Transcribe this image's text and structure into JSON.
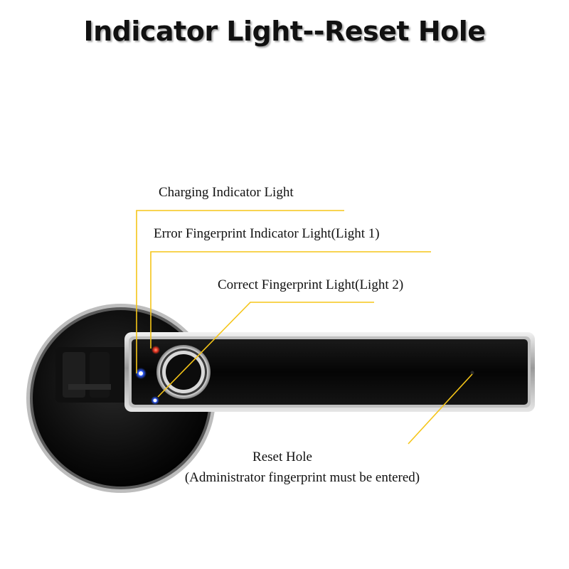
{
  "title": "Indicator Light--Reset Hole",
  "callouts": {
    "charging": "Charging Indicator Light",
    "error": "Error Fingerprint Indicator Light(Light 1)",
    "correct": "Correct Fingerprint Light(Light 2)",
    "reset": "Reset Hole",
    "reset_note": "(Administrator fingerprint must be entered)"
  },
  "colors": {
    "callout_line": "#f5c518",
    "error_light": "#e0301e",
    "charging_light": "#2f5cff",
    "correct_light": "#3c7bff",
    "lock_body": "#0a0a0a",
    "chrome": "#c9c9c9"
  }
}
